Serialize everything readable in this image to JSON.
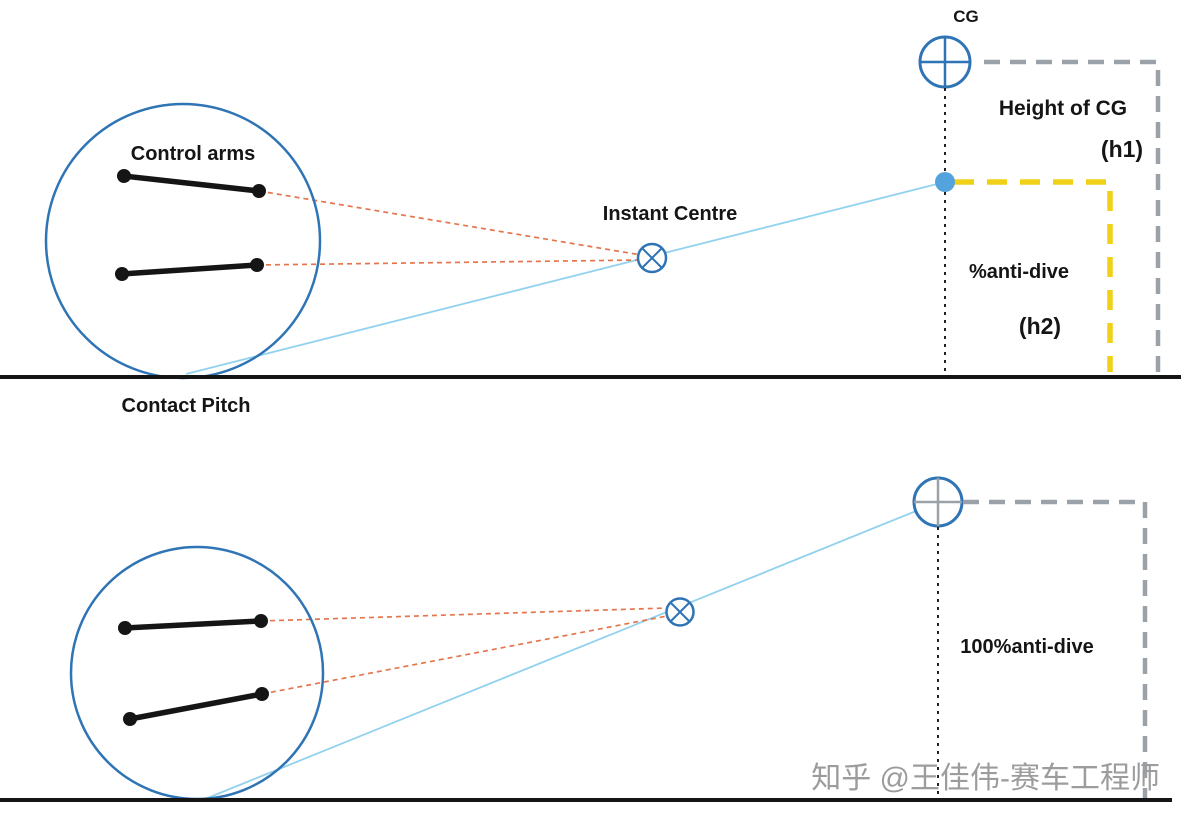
{
  "colors": {
    "blue": "#2f74b5",
    "light_blue": "#92d2ee",
    "dot_blue": "#55a3dc",
    "orange_dash": "#e4764d",
    "yellow_dash": "#f0d118",
    "gray_dash": "#9aa1a8",
    "ink": "#151515",
    "watermark_gray": "#9c9c9c"
  },
  "top_diagram": {
    "control_arms_label": "Control arms",
    "instant_centre_label": "Instant Centre",
    "cg_label": "CG",
    "height_of_cg_label": "Height of CG",
    "h1_label": "(h1)",
    "anti_dive_label": "%anti-dive",
    "h2_label": "(h2)",
    "contact_pitch_label": "Contact Pitch"
  },
  "bottom_diagram": {
    "anti_dive_label": "100%anti-dive"
  },
  "watermark": "知乎 @王佳伟-赛车工程师"
}
